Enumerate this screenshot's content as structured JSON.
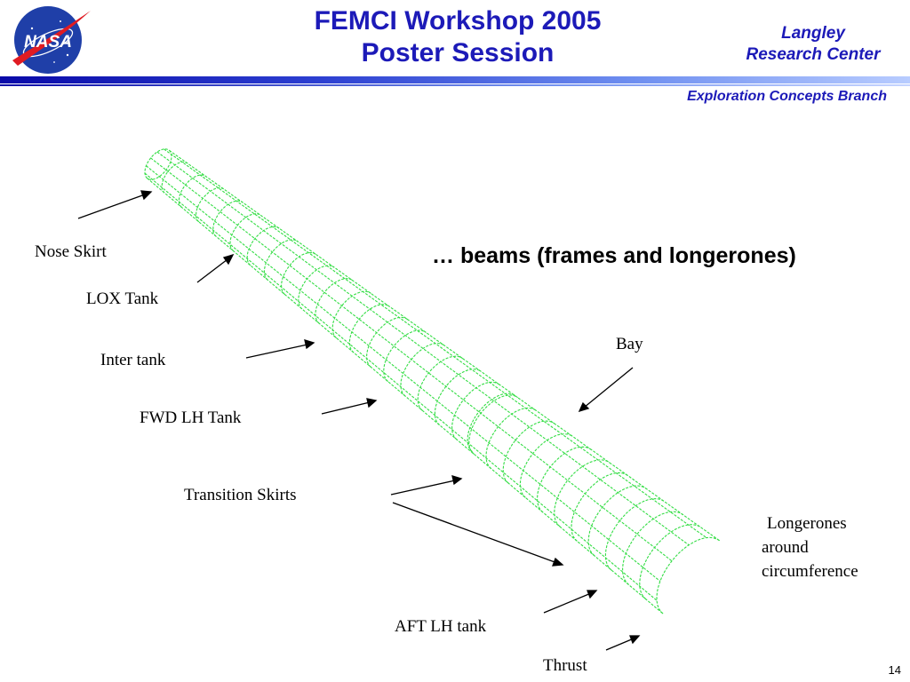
{
  "slide": {
    "title_line1": "FEMCI Workshop 2005",
    "title_line2": "Poster Session",
    "center_line1": "Langley",
    "center_line2": "Research Center",
    "branch": "Exploration Concepts Branch",
    "logo_text": "NASA",
    "caption": "… beams (frames and longerones)",
    "page_number": "14"
  },
  "labels": {
    "nose_skirt": "Nose Skirt",
    "lox_tank": "LOX Tank",
    "inter_tank": "Inter tank",
    "fwd_lh_tank": "FWD LH Tank",
    "transition_skirts": "Transition Skirts",
    "aft_lh_tank": "AFT LH tank",
    "thrust": "Thrust",
    "bay": "Bay",
    "longerones_1": "Longerones",
    "longerones_2": "around",
    "longerones_3": "circumference"
  },
  "colors": {
    "title_blue": "#1c1ab8",
    "mesh_green": "#33dd44",
    "logo_blue": "#1f3fa8",
    "logo_red": "#e01b22"
  }
}
